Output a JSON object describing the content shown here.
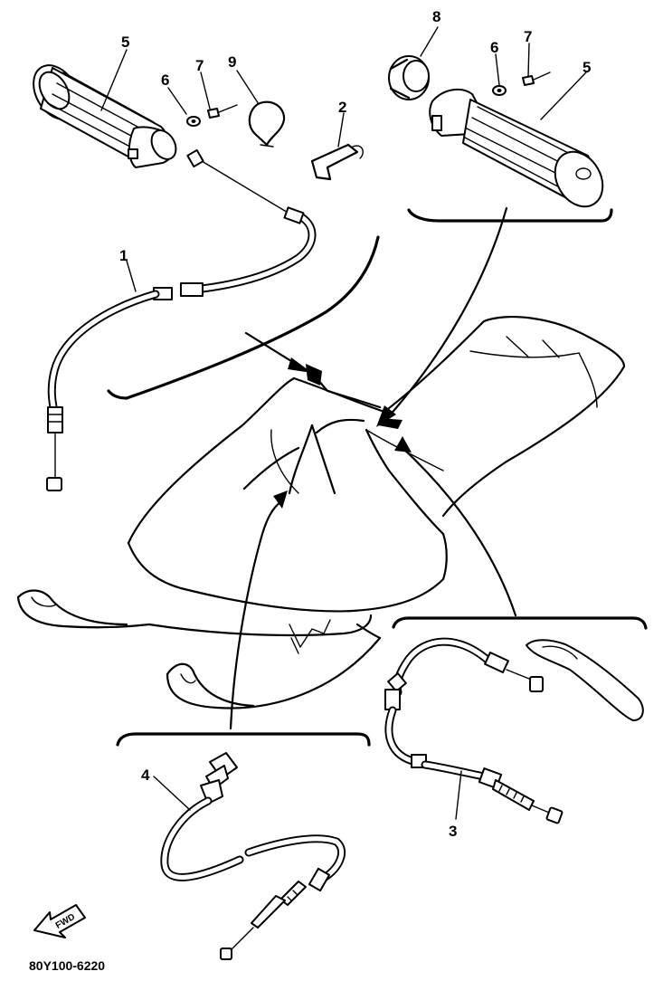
{
  "part_callouts": [
    {
      "id": "c1",
      "label": "1"
    },
    {
      "id": "c2",
      "label": "2"
    },
    {
      "id": "c3",
      "label": "3"
    },
    {
      "id": "c4",
      "label": "4"
    },
    {
      "id": "c5a",
      "label": "5"
    },
    {
      "id": "c5b",
      "label": "5"
    },
    {
      "id": "c6a",
      "label": "6"
    },
    {
      "id": "c6b",
      "label": "6"
    },
    {
      "id": "c7a",
      "label": "7"
    },
    {
      "id": "c7b",
      "label": "7"
    },
    {
      "id": "c8",
      "label": "8"
    },
    {
      "id": "c9",
      "label": "9"
    }
  ],
  "direction_marker": "FWD",
  "diagram_code": "80Y100-6220"
}
